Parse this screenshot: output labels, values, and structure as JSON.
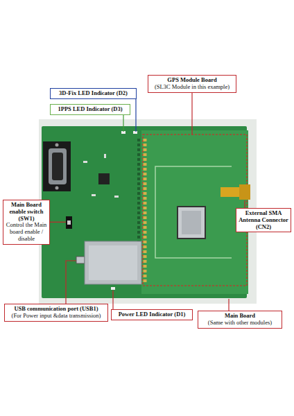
{
  "diagram": {
    "nodes": [
      {
        "text": [
          "3D-Fix LED Indicator (D2)"
        ]
      },
      {
        "text": [
          "1PPS LED Indicator (D3)"
        ]
      },
      {
        "text": [
          "GPS Module Board",
          "(SL3C Module in this example)"
        ]
      },
      {
        "text": [
          "Main Board enable switch (SW1)",
          "Control the Main board enable / disable"
        ]
      },
      {
        "text": [
          "External SMA Antenna Connector (CN2)"
        ]
      },
      {
        "text": [
          "USB communication port (USB1)",
          "(For Power input &data transmission)"
        ]
      },
      {
        "text": [
          "Power LED Indicator (D1)"
        ]
      },
      {
        "text": [
          "Main Board",
          "(Same with other modules)"
        ]
      }
    ]
  }
}
